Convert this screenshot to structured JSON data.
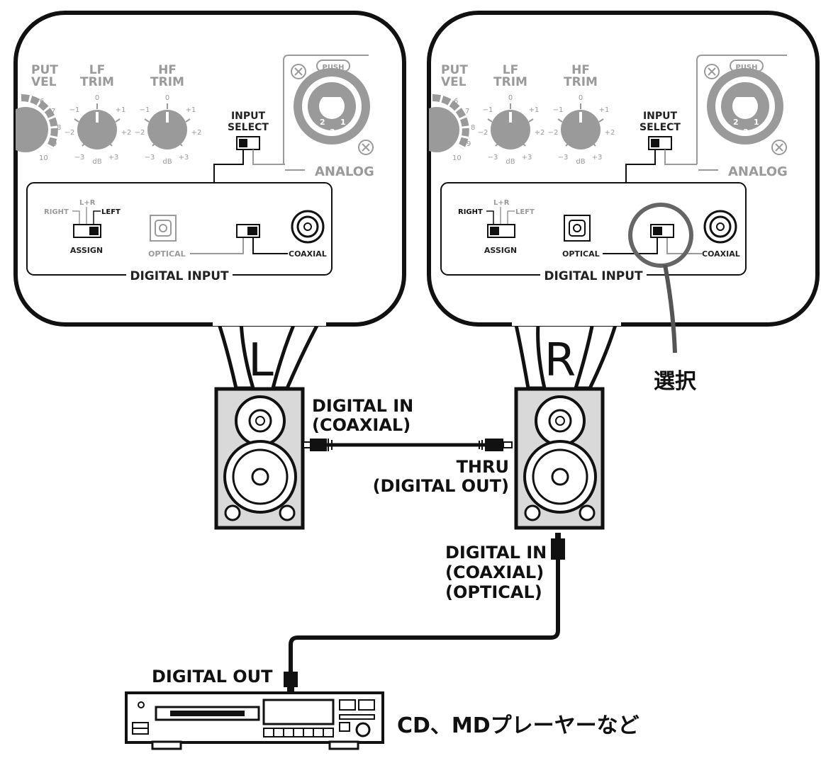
{
  "colors": {
    "ink": "#111111",
    "panel_grey": "#9a9a9a",
    "box_grey": "#d9d9d9",
    "white": "#ffffff"
  },
  "speakers": {
    "left_letter": "L",
    "right_letter": "R"
  },
  "panel_left": {
    "level_top": "PUT",
    "level_bottom": "VEL",
    "level_scale": [
      "6",
      "7",
      "8",
      "9",
      "10"
    ],
    "lf_top": "LF",
    "lf_bottom": "TRIM",
    "hf_top": "HF",
    "hf_bottom": "TRIM",
    "trim_zero": "0",
    "trim_m1": "−1",
    "trim_p1": "+1",
    "trim_m2": "−2",
    "trim_p2": "+2",
    "trim_m3": "−3",
    "trim_p3": "+3",
    "trim_db": "dB",
    "input_select_1": "INPUT",
    "input_select_2": "SELECT",
    "push": "PUSH",
    "xlr_pin2": "2",
    "xlr_pin1": "1",
    "xlr_pin3": "3",
    "analog": "ANALOG",
    "right": "RIGHT",
    "lr": "L+R",
    "left": "LEFT",
    "assign": "ASSIGN",
    "optical": "OPTICAL",
    "coaxial": "COAXIAL",
    "digital_input": "DIGITAL  INPUT"
  },
  "panel_right": {
    "level_top": "PUT",
    "level_bottom": "VEL",
    "level_scale": [
      "6",
      "7",
      "8",
      "9",
      "10"
    ],
    "lf_top": "LF",
    "lf_bottom": "TRIM",
    "hf_top": "HF",
    "hf_bottom": "TRIM",
    "trim_zero": "0",
    "trim_m1": "−1",
    "trim_p1": "+1",
    "trim_m2": "−2",
    "trim_p2": "+2",
    "trim_m3": "−3",
    "trim_p3": "+3",
    "trim_db": "dB",
    "input_select_1": "INPUT",
    "input_select_2": "SELECT",
    "push": "PUSH",
    "xlr_pin2": "2",
    "xlr_pin1": "1",
    "xlr_pin3": "3",
    "analog": "ANALOG",
    "right": "RIGHT",
    "lr": "L+R",
    "left": "LEFT",
    "assign": "ASSIGN",
    "optical": "OPTICAL",
    "coaxial": "COAXIAL",
    "digital_input": "DIGITAL  INPUT"
  },
  "callout_select": "選択",
  "labels": {
    "left_in_1": "DIGITAL IN",
    "left_in_2": "(COAXIAL)",
    "thru_1": "THRU",
    "thru_2": "(DIGITAL OUT)",
    "right_in_1": "DIGITAL IN",
    "right_in_2": "(COAXIAL)",
    "right_in_3": "(OPTICAL)",
    "digital_out": "DIGITAL OUT",
    "player": "CD、MDプレーヤーなど"
  }
}
